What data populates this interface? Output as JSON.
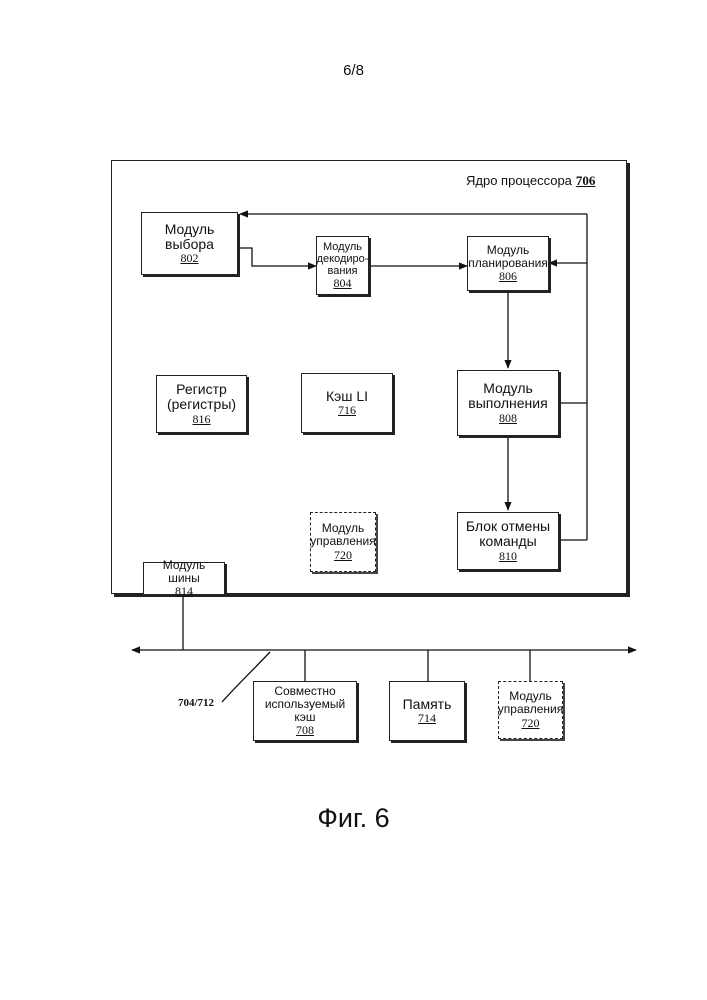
{
  "page_number": "6/8",
  "figure_caption": "Фиг. 6",
  "processor_core": {
    "title": "Ядро процессора",
    "ref": "706"
  },
  "modules": {
    "fetch": {
      "lines": [
        "Модуль",
        "выбора"
      ],
      "ref": "802"
    },
    "decode": {
      "lines": [
        "Модуль",
        "декодиро-",
        "вания"
      ],
      "ref": "804"
    },
    "schedule": {
      "lines": [
        "Модуль",
        "планирования"
      ],
      "ref": "806"
    },
    "registers": {
      "lines": [
        "Регистр",
        "(регистры)"
      ],
      "ref": "816"
    },
    "cache_l1": {
      "lines": [
        "Кэш LI"
      ],
      "ref": "716"
    },
    "execute": {
      "lines": [
        "Модуль",
        "выполнения"
      ],
      "ref": "808"
    },
    "control_core": {
      "lines": [
        "Модуль",
        "управления"
      ],
      "ref": "720"
    },
    "retire": {
      "lines": [
        "Блок отмены",
        "команды"
      ],
      "ref": "810"
    },
    "bus_module": {
      "lines": [
        "Модуль шины"
      ],
      "ref": "814"
    },
    "shared_cache": {
      "lines": [
        "Совместно",
        "используемый кэш"
      ],
      "ref": "708"
    },
    "memory": {
      "lines": [
        "Память"
      ],
      "ref": "714"
    },
    "control_ext": {
      "lines": [
        "Модуль",
        "управления"
      ],
      "ref": "720"
    }
  },
  "bus_label": "704/712"
}
